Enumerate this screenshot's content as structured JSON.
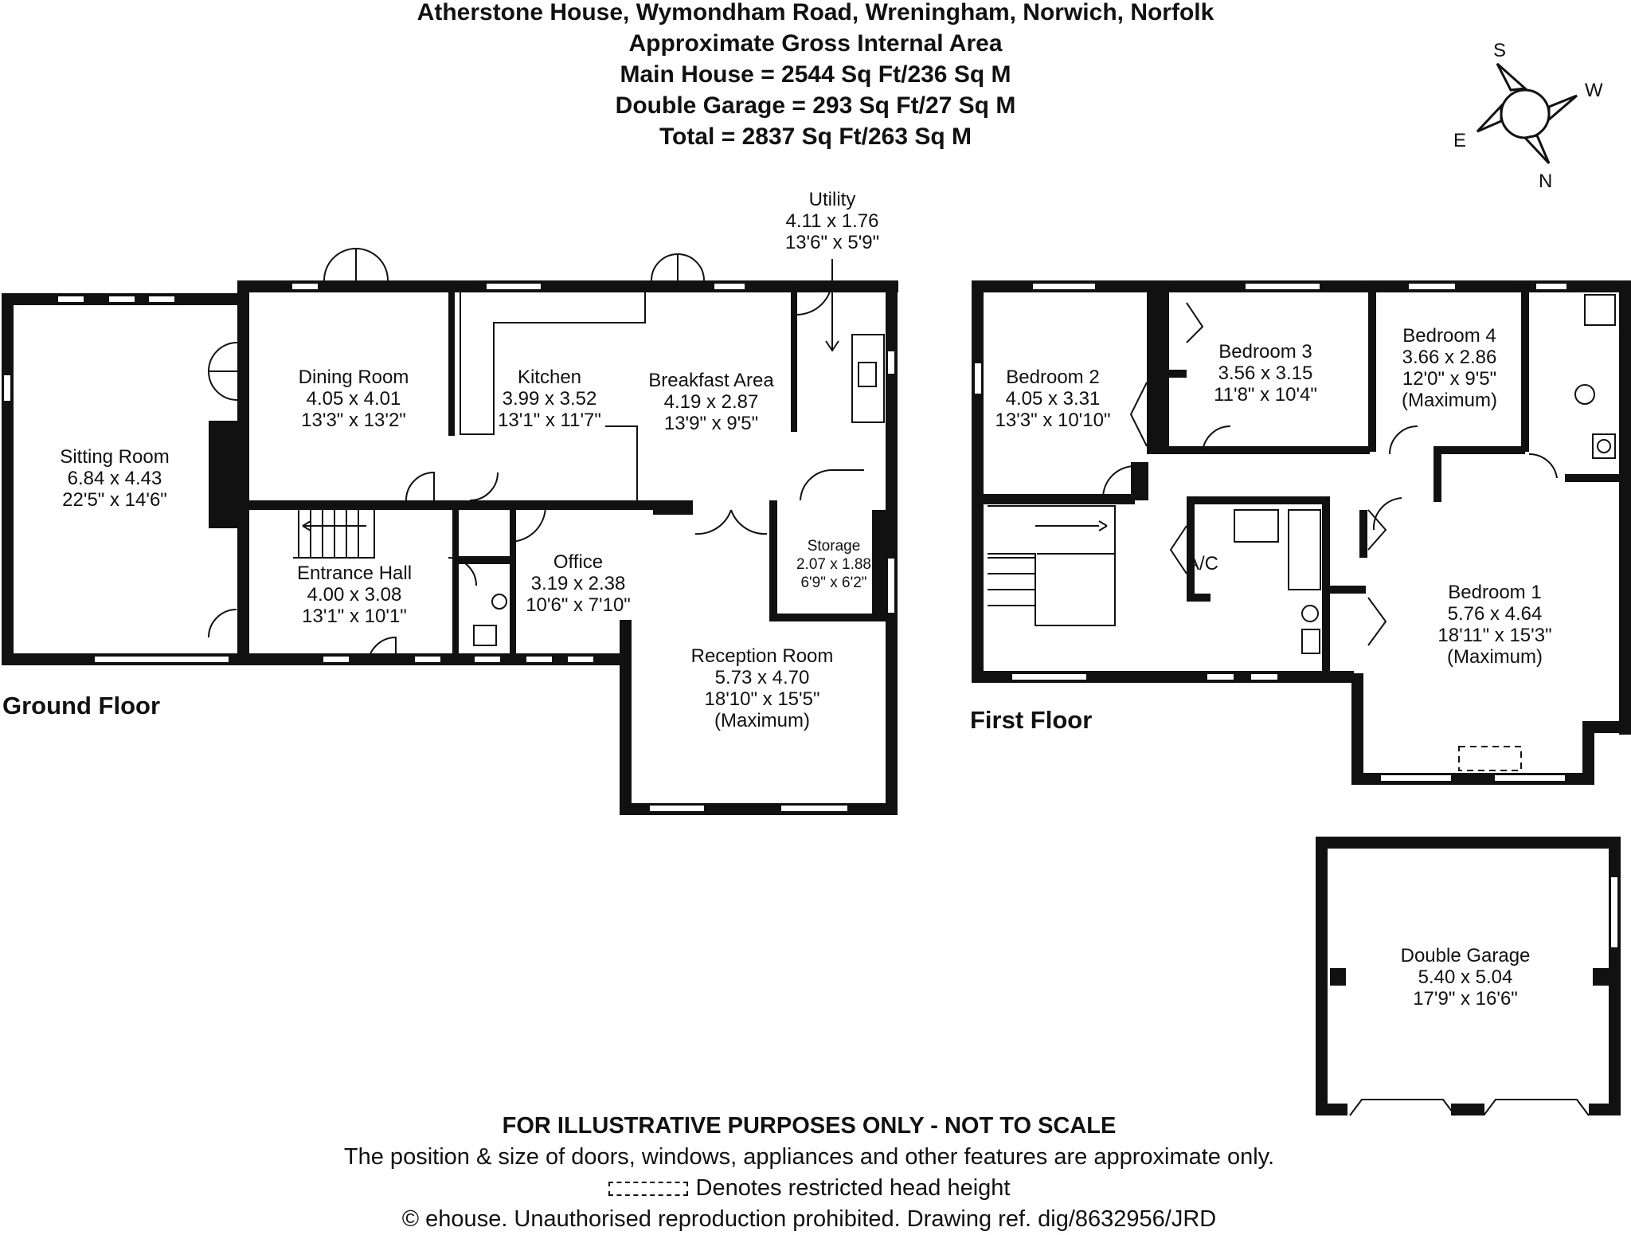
{
  "header": {
    "address": "Atherstone House, Wymondham Road, Wreningham, Norwich, Norfolk",
    "area_title": "Approximate Gross Internal Area",
    "main_house": "Main House = 2544 Sq Ft/236 Sq M",
    "garage": "Double Garage = 293 Sq Ft/27 Sq M",
    "total": "Total = 2837 Sq Ft/263 Sq M"
  },
  "compass": {
    "s": "S",
    "w": "W",
    "e": "E",
    "n": "N"
  },
  "floors": {
    "ground": "Ground Floor",
    "first": "First Floor"
  },
  "rooms": {
    "sitting": {
      "name": "Sitting Room",
      "metric": "6.84 x 4.43",
      "imperial": "22'5\" x 14'6\""
    },
    "dining": {
      "name": "Dining Room",
      "metric": "4.05 x 4.01",
      "imperial": "13'3\" x 13'2\""
    },
    "kitchen": {
      "name": "Kitchen",
      "metric": "3.99 x 3.52",
      "imperial": "13'1\" x 11'7\""
    },
    "breakfast": {
      "name": "Breakfast Area",
      "metric": "4.19 x 2.87",
      "imperial": "13'9\" x 9'5\""
    },
    "utility": {
      "name": "Utility",
      "metric": "4.11 x 1.76",
      "imperial": "13'6\" x 5'9\""
    },
    "entrance": {
      "name": "Entrance Hall",
      "metric": "4.00 x 3.08",
      "imperial": "13'1\" x 10'1\""
    },
    "office": {
      "name": "Office",
      "metric": "3.19 x 2.38",
      "imperial": "10'6\" x 7'10\""
    },
    "storage": {
      "name": "Storage",
      "metric": "2.07 x 1.88",
      "imperial": "6'9\" x 6'2\""
    },
    "reception": {
      "name": "Reception Room",
      "metric": "5.73 x 4.70",
      "imperial": "18'10\" x 15'5\"",
      "note": "(Maximum)"
    },
    "bedroom2": {
      "name": "Bedroom 2",
      "metric": "4.05 x 3.31",
      "imperial": "13'3\" x 10'10\""
    },
    "bedroom3": {
      "name": "Bedroom 3",
      "metric": "3.56 x 3.15",
      "imperial": "11'8\" x 10'4\""
    },
    "bedroom4": {
      "name": "Bedroom 4",
      "metric": "3.66 x 2.86",
      "imperial": "12'0\" x 9'5\"",
      "note": "(Maximum)"
    },
    "bedroom1": {
      "name": "Bedroom 1",
      "metric": "5.76 x 4.64",
      "imperial": "18'11\" x 15'3\"",
      "note": "(Maximum)"
    },
    "ac": {
      "name": "A/C"
    },
    "garage": {
      "name": "Double Garage",
      "metric": "5.40 x 5.04",
      "imperial": "17'9\" x 16'6\""
    }
  },
  "footer": {
    "disclaimer": "FOR ILLUSTRATIVE PURPOSES ONLY - NOT TO SCALE",
    "note": "The position & size of doors, windows, appliances and other features are approximate only.",
    "legend": "Denotes restricted head height",
    "copyright": "© ehouse. Unauthorised reproduction prohibited. Drawing ref. dig/8632956/JRD"
  }
}
